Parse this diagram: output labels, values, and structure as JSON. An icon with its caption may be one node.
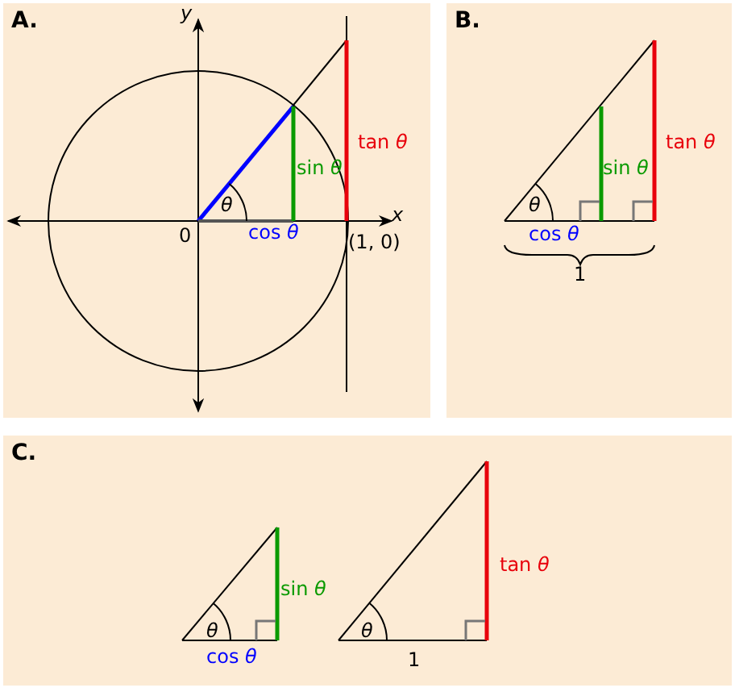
{
  "diagram": {
    "nodes": [
      {
        "text": [
          "A."
        ]
      },
      {
        "text": [
          "B."
        ]
      },
      {
        "text": [
          "C."
        ]
      }
    ],
    "labels": [
      "*y*",
      "tan *θ*",
      "sin *θ*",
      "*θ*",
      "*x*",
      "0",
      "cos *θ*",
      "(1, 0)",
      "tan *θ*",
      "sin *θ*",
      "*θ*",
      "cos *θ*",
      "1",
      "tan *θ*",
      "sin *θ*",
      "*θ*",
      "*θ*",
      "cos *θ*",
      "1"
    ]
  }
}
